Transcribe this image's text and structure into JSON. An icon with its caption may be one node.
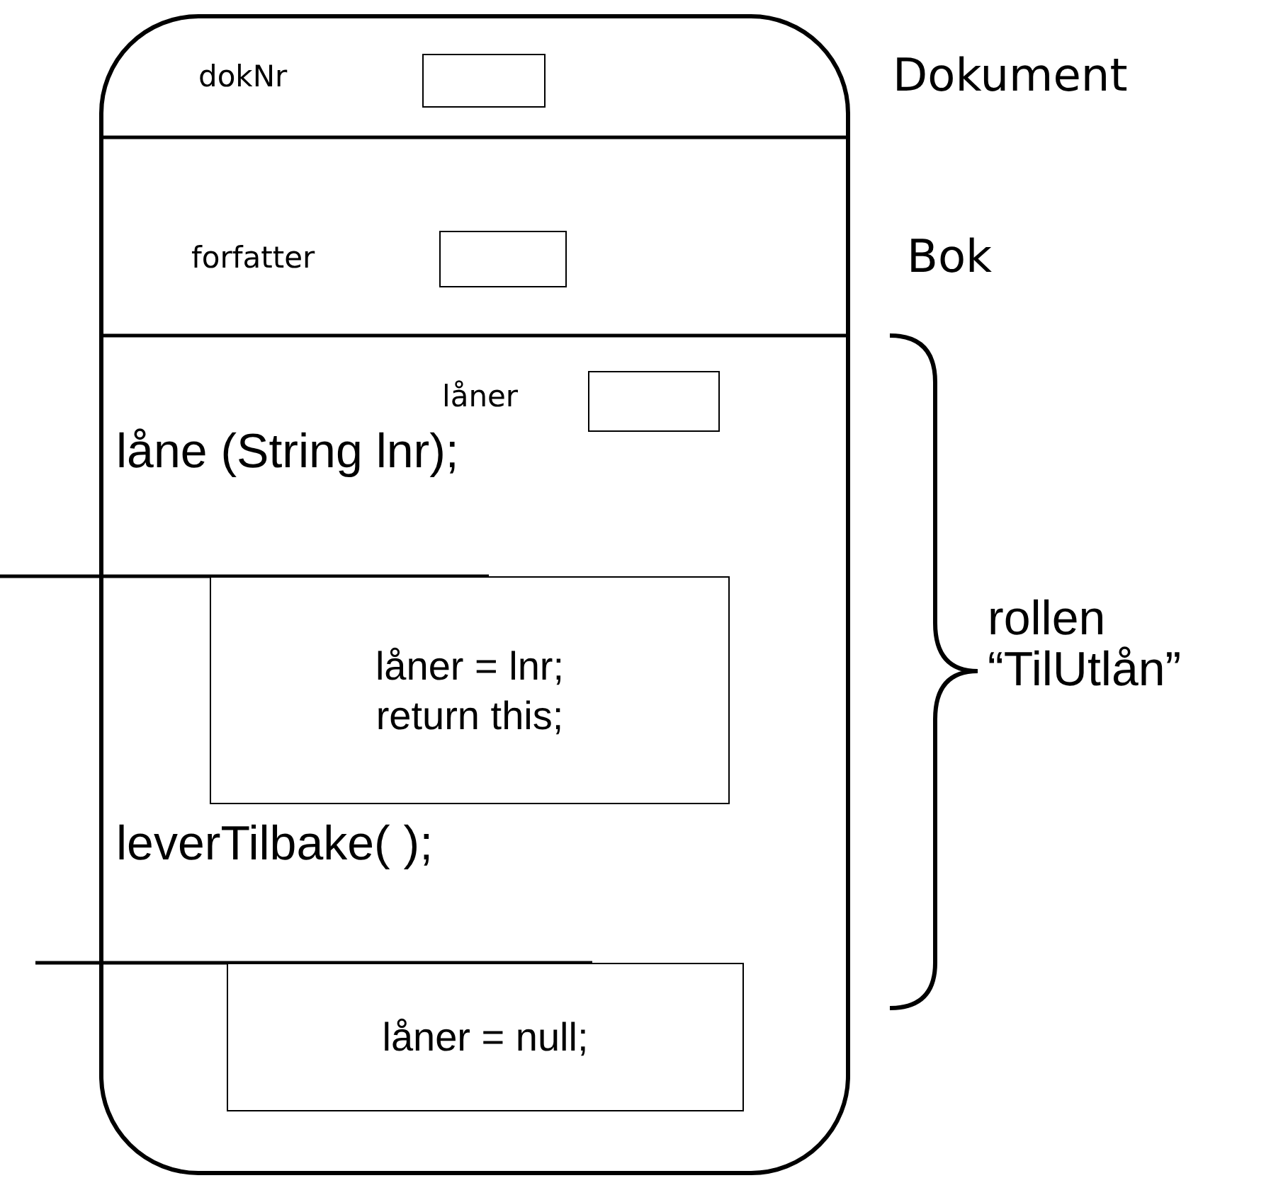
{
  "diagram": {
    "nodes": [
      {
        "text": [],
        "shape": "box"
      },
      {
        "text": [],
        "shape": "box",
        "in": 0
      },
      {
        "text": [],
        "shape": "box",
        "in": 0
      },
      {
        "text": [],
        "shape": "box",
        "in": 0
      },
      {
        "text": [
          "låner = lnr; return this;"
        ],
        "in": 0
      },
      {
        "text": [
          "låner = null;"
        ],
        "in": 0
      }
    ],
    "labels": [
      "dokNr",
      "Dokument",
      "forfatter",
      "Bok",
      "låner",
      "låne (String lnr);",
      "rollen “TilUtlån”",
      "leverTilbake( );"
    ]
  }
}
